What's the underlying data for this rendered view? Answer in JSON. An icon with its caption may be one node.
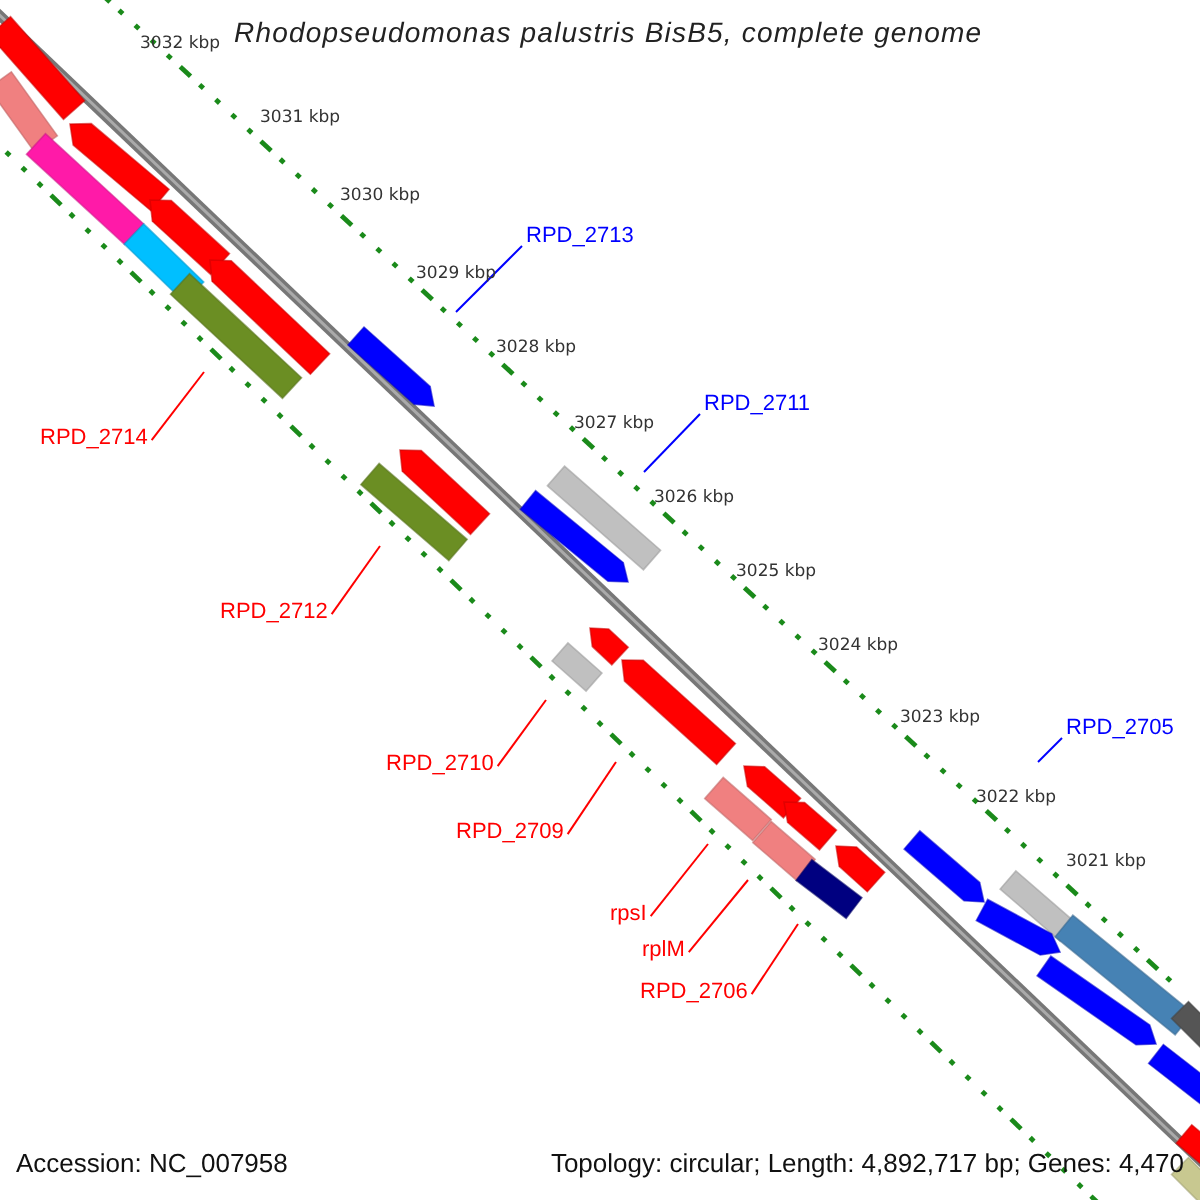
{
  "diagram": {
    "title": "Rhodopseudomonas palustris BisB5, complete genome",
    "nodes": [
      {
        "text": [
          "RPD_2713"
        ]
      },
      {
        "text": [
          "RPD_2711"
        ]
      },
      {
        "text": [
          "RPD_2714"
        ]
      },
      {
        "text": [
          "RPD_2712"
        ]
      },
      {
        "text": [
          "RPD_2705"
        ]
      },
      {
        "text": [
          "RPD_2710"
        ]
      },
      {
        "text": [
          "RPD_2709"
        ]
      },
      {
        "text": [
          "rpsI"
        ]
      },
      {
        "text": [
          "rplM"
        ]
      },
      {
        "text": [
          "RPD_2706"
        ]
      }
    ],
    "edges": [
      {
        "from": 0,
        "to": null,
        "arrow": "none",
        "color": "#0000ff"
      },
      {
        "from": 1,
        "to": null,
        "arrow": "none",
        "color": "#0000ff"
      },
      {
        "from": 2,
        "to": null,
        "arrow": "none"
      },
      {
        "from": 3,
        "to": null,
        "arrow": "none"
      },
      {
        "from": 4,
        "to": null,
        "arrow": "none",
        "color": "#0000ff"
      },
      {
        "from": 5,
        "to": null,
        "arrow": "none"
      },
      {
        "from": 6,
        "to": null,
        "arrow": "none"
      },
      {
        "from": 7,
        "to": null,
        "arrow": "none"
      },
      {
        "from": 8,
        "to": null,
        "arrow": "none"
      },
      {
        "from": 9,
        "to": null,
        "arrow": "none"
      }
    ],
    "labels": [
      "3032 kbp",
      "3031 kbp",
      "3030 kbp",
      "3029 kbp",
      "3028 kbp",
      "3027 kbp",
      "3026 kbp",
      "3025 kbp",
      "3024 kbp",
      "3023 kbp",
      "3022 kbp",
      "3021 kbp",
      "Accession: NC_007958",
      "Topology: circular; Length: 4,892,717 bp; Genes: 4,470"
    ]
  }
}
